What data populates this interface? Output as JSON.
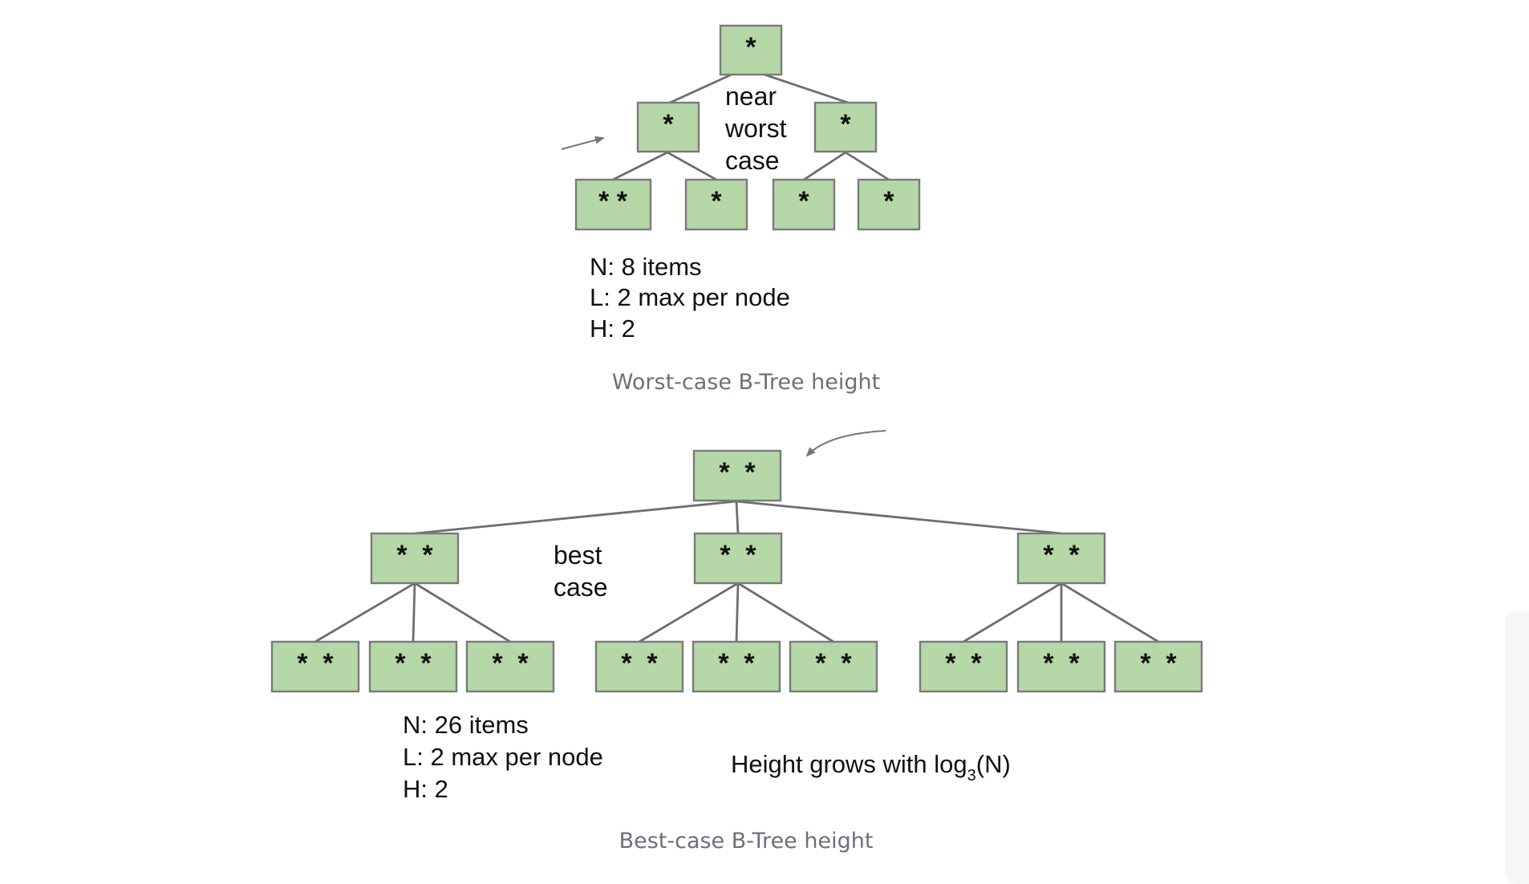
{
  "worst_case": {
    "nodes": [
      {
        "id": "w-root",
        "keys": "*"
      },
      {
        "id": "w-l",
        "keys": "*"
      },
      {
        "id": "w-r",
        "keys": "*"
      },
      {
        "id": "w-ll",
        "keys": "* *"
      },
      {
        "id": "w-lr",
        "keys": "*"
      },
      {
        "id": "w-rl",
        "keys": "*"
      },
      {
        "id": "w-rr",
        "keys": "*"
      }
    ],
    "annotation": [
      "near",
      "worst",
      "case"
    ],
    "stats": [
      "N: 8 items",
      "L: 2 max per node",
      "H: 2"
    ],
    "caption": "Worst-case B-Tree height"
  },
  "best_case": {
    "nodes": [
      {
        "id": "b-root",
        "keys": "*  *"
      },
      {
        "id": "b-1",
        "keys": "*  *"
      },
      {
        "id": "b-2",
        "keys": "*  *"
      },
      {
        "id": "b-3",
        "keys": "*  *"
      },
      {
        "id": "b-1a",
        "keys": "*  *"
      },
      {
        "id": "b-1b",
        "keys": "*  *"
      },
      {
        "id": "b-1c",
        "keys": "*  *"
      },
      {
        "id": "b-2a",
        "keys": "*  *"
      },
      {
        "id": "b-2b",
        "keys": "*  *"
      },
      {
        "id": "b-2c",
        "keys": "*  *"
      },
      {
        "id": "b-3a",
        "keys": "*  *"
      },
      {
        "id": "b-3b",
        "keys": "*  *"
      },
      {
        "id": "b-3c",
        "keys": "*  *"
      }
    ],
    "annotation": [
      "best",
      "case"
    ],
    "stats": [
      "N: 26 items",
      "L: 2 max per node",
      "H: 2"
    ],
    "growth_note": {
      "prefix": "Height grows with log",
      "subscript": "3",
      "suffix": "(N)"
    },
    "caption": "Best-case B-Tree height"
  },
  "colors": {
    "node_fill": "#b6d7a8",
    "node_stroke": "#7a7a7a",
    "edge": "#6e6e6e",
    "caption": "#6b7079"
  }
}
